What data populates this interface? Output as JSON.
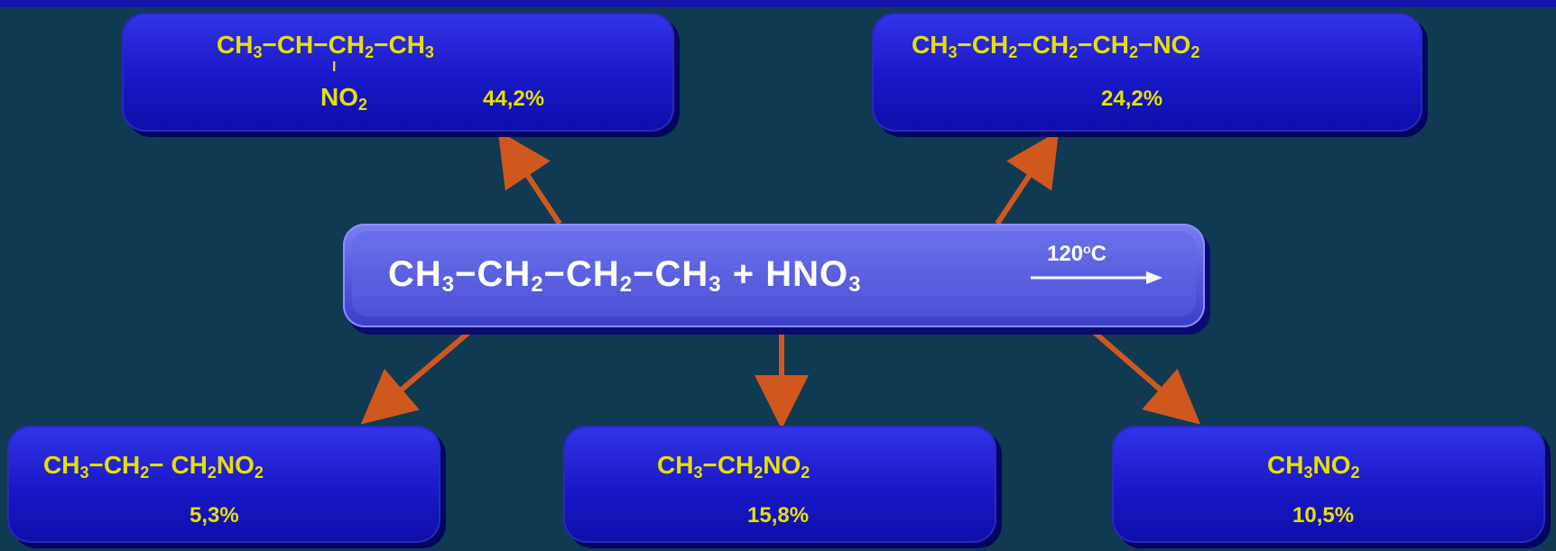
{
  "reaction": {
    "reactant": {
      "c1": "CH",
      "s1": "3",
      "b1": "−",
      "c2": "CH",
      "s2": "2",
      "b2": "−",
      "c3": "CH",
      "s3": "2",
      "b3": "−",
      "c4": "CH",
      "s4": "3",
      "plus": " + ",
      "hno": "HNO",
      "s5": "3"
    },
    "condition": {
      "temp": "120",
      "deg": "o",
      "unit": "C"
    }
  },
  "products": [
    {
      "line1": {
        "a": "CH",
        "as": "3",
        "b1": "−",
        "b": "CH",
        "b2": "−",
        "c": "CH",
        "cs": "2",
        "b3": "−",
        "d": "CH",
        "ds": "3"
      },
      "branch": "I",
      "nitro": "NO",
      "nitro_sub": "2",
      "percent": "44,2%"
    },
    {
      "line1": {
        "a": "CH",
        "as": "3",
        "b1": "−",
        "b": "CH",
        "bs": "2",
        "b2": "−",
        "c": "CH",
        "cs": "2",
        "b3": "−",
        "d": "CH",
        "ds": "2",
        "b4": "−",
        "e": "NO",
        "es": "2"
      },
      "percent": "24,2%"
    },
    {
      "line1": {
        "a": "CH",
        "as": "3",
        "b1": "−",
        "b": "CH",
        "bs": "2",
        "b2": "− ",
        "c": "CH",
        "cs": "2",
        "d": "NO",
        "ds": "2"
      },
      "percent": "5,3%"
    },
    {
      "line1": {
        "a": "CH",
        "as": "3",
        "b1": "−",
        "b": "CH",
        "bs": "2",
        "c": "NO",
        "cs": "2"
      },
      "percent": "15,8%"
    },
    {
      "line1": {
        "a": "CH",
        "as": "3",
        "b": "NO",
        "bs": "2"
      },
      "percent": "10,5%"
    }
  ],
  "colors": {
    "background": "#0f3a52",
    "box": "#1818c8",
    "center_box": "#5a5ee0",
    "text_yellow": "#e6e000",
    "arrow": "#d0581e"
  }
}
